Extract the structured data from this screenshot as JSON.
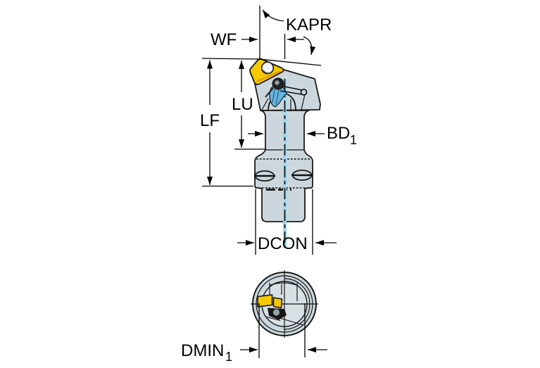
{
  "diagram": {
    "type": "tool-dimension-drawing",
    "views": [
      "side-view",
      "end-view"
    ],
    "labels": {
      "kapr": "KAPR",
      "wf": "WF",
      "lf": "LF",
      "lu": "LU",
      "bd1_base": "BD",
      "bd1_sub": "1",
      "dcon": "DCON",
      "dmin1_base": "DMIN",
      "dmin1_sub": "1"
    },
    "colors": {
      "background": "#ffffff",
      "body": "#ccd7dd",
      "body_shadow": "#b0bfc7",
      "bore": "#d7e0e5",
      "insert": "#f6c800",
      "insert_shade": "#df9c00",
      "clamp_blue": "#66b4e0",
      "centerline": "#9bd9f1",
      "outline": "#1a1a1a",
      "dimension": "#000000"
    }
  }
}
